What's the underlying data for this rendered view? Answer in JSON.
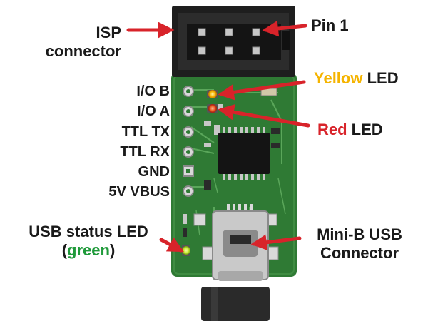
{
  "colors": {
    "pcb": "#2f7a34",
    "pcb_dark": "#1f5a26",
    "arrow": "#d8232a",
    "yellow": "#f5b400",
    "red": "#d8232a",
    "green": "#1f9a3a",
    "text": "#1a1a1a",
    "cable": "#2a2a2a",
    "metal": "#bfbfbf"
  },
  "labels": {
    "isp_line1": "ISP",
    "isp_line2": "connector",
    "pin1": "Pin 1",
    "yellow_word": "Yellow",
    "led_suffix": " LED",
    "red_word": "Red",
    "usb_status_line1": "USB status LED",
    "usb_status_open": "(",
    "usb_status_green": "green",
    "usb_status_close": ")",
    "minib_line1": "Mini-B USB",
    "minib_line2": "Connector"
  },
  "pins": [
    "I/O B",
    "I/O A",
    "TTL TX",
    "TTL RX",
    "GND",
    "5V VBUS"
  ],
  "icons": {
    "header": "isp-header-icon",
    "usb": "mini-usb-connector-icon",
    "chip": "ic-chip-icon"
  }
}
